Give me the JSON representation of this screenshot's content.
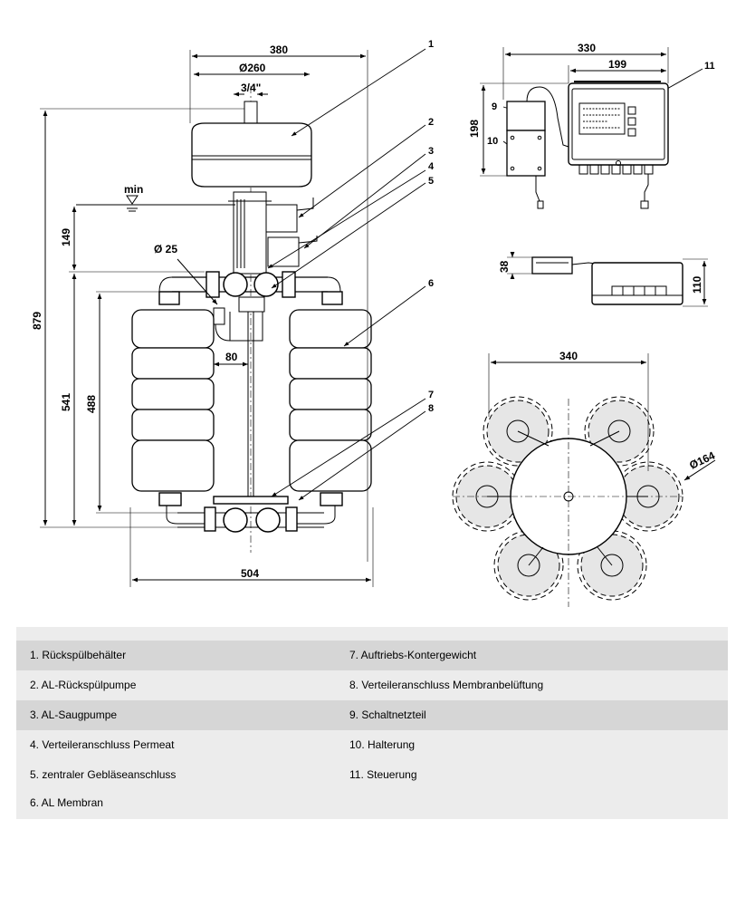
{
  "dimensions": {
    "top_width": "380",
    "tank_diameter": "Ø260",
    "pipe_thread": "3/4\"",
    "min_level": "min",
    "level_149": "149",
    "total_height": "879",
    "height_541": "541",
    "height_488": "488",
    "diameter_25": "Ø 25",
    "offset_80": "80",
    "bottom_width": "504",
    "controller_total": "330",
    "controller_width": "199",
    "controller_height": "198",
    "psu_depth": "38",
    "controller_depth": "110",
    "top_view_width": "340",
    "membrane_diameter": "Ø164"
  },
  "callouts": [
    "1",
    "2",
    "3",
    "4",
    "5",
    "6",
    "7",
    "8",
    "9",
    "10",
    "11"
  ],
  "legend": {
    "left": [
      "1. Rückspülbehälter",
      "2. AL-Rückspülpumpe",
      "3. AL-Saugpumpe",
      "4. Verteileranschluss Permeat",
      "5. zentraler Gebläseanschluss",
      "6. AL Membran"
    ],
    "right": [
      "7. Auftriebs-Kontergewicht",
      "8. Verteileranschluss Membranbelüftung",
      "9. Schaltnetzteil",
      "10. Halterung",
      "11. Steuerung"
    ]
  }
}
